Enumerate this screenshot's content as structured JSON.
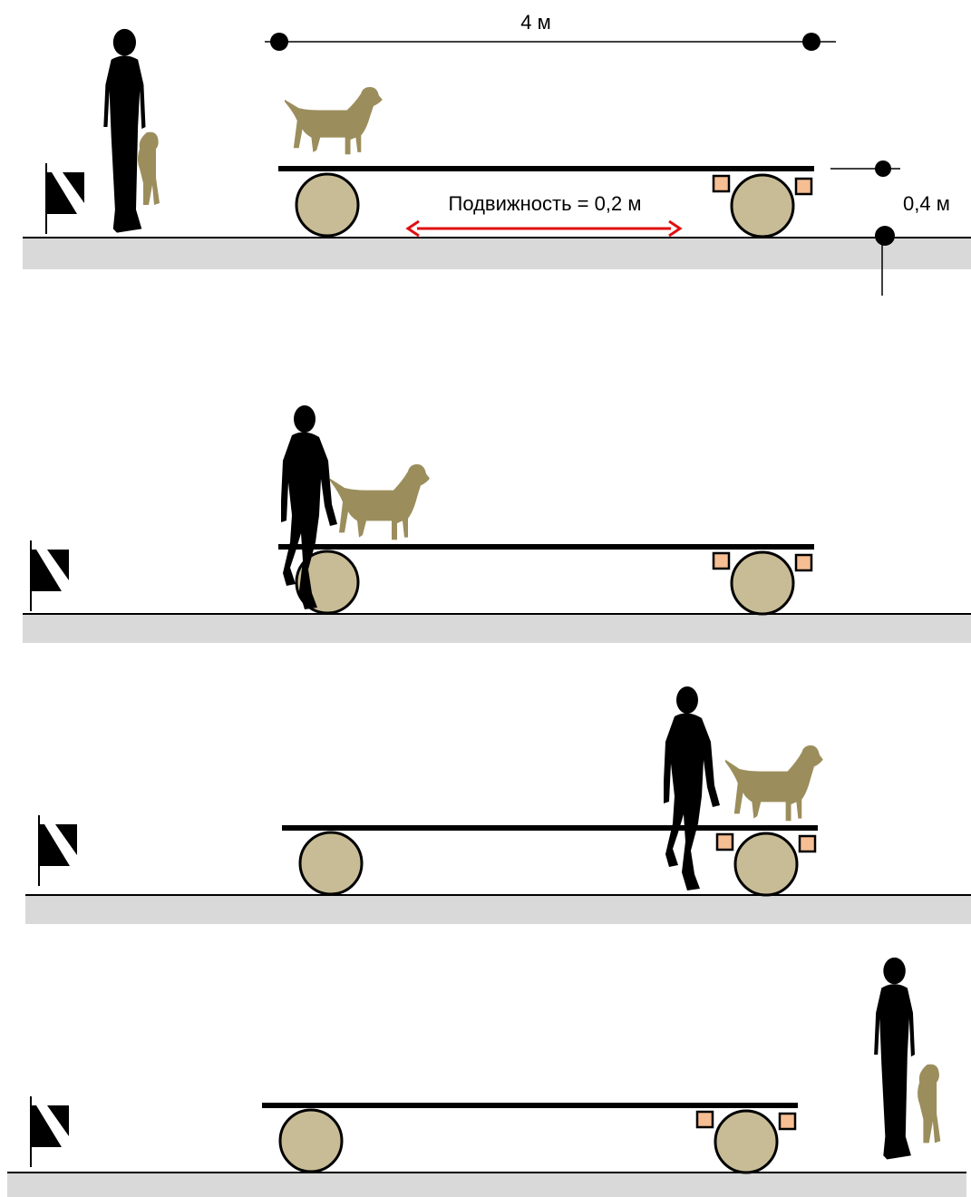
{
  "labels": {
    "length": "4 м",
    "height": "0,4 м",
    "mobility": "Подвижность = 0,2 м"
  },
  "colors": {
    "silhouette": "#000000",
    "dog": "#9b8e5c",
    "wheel_fill": "#c8bc96",
    "ground": "#d9d9d9",
    "marker_fill": "#f6be93",
    "arrow": "#e01010"
  },
  "icons": [
    "flag-icon",
    "person-icon",
    "dog-icon",
    "wheel-icon"
  ]
}
